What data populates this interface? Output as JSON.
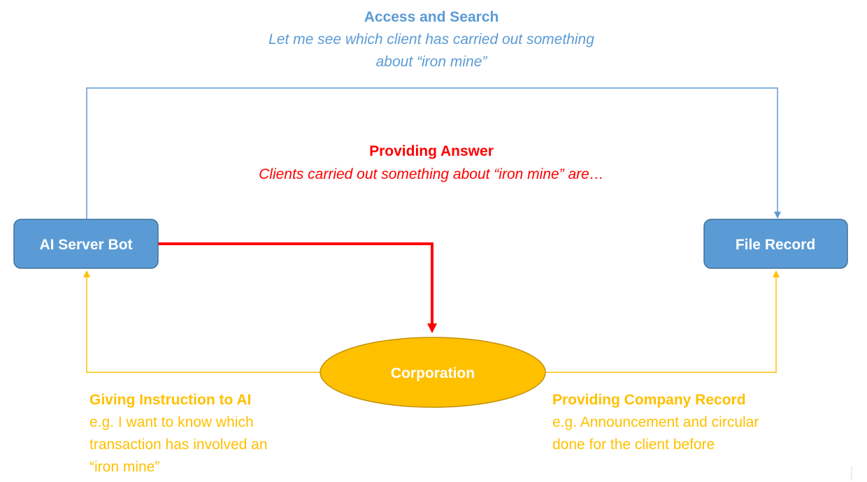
{
  "colors": {
    "blue": "#5b9bd5",
    "blue_box": "#5b9bd5",
    "blue_box_border": "#41719c",
    "red": "#ff0000",
    "orange": "#ffc000",
    "orange_border": "#c39100",
    "white": "#ffffff"
  },
  "nodes": {
    "ai_server_bot": "AI Server Bot",
    "file_record": "File Record",
    "corporation": "Corporation"
  },
  "edges": {
    "access_search": {
      "title": "Access and Search",
      "line1": "Let me see which client has carried out something",
      "line2": "about “iron mine”"
    },
    "providing_answer": {
      "title": "Providing Answer",
      "line1": "Clients carried out something about “iron mine” are…"
    },
    "giving_instruction": {
      "title": "Giving Instruction to AI",
      "line1": "e.g. I want to know which",
      "line2": "transaction has involved an",
      "line3": "“iron mine”"
    },
    "providing_company_record": {
      "title": "Providing Company Record",
      "line1": "e.g. Announcement and circular",
      "line2": "done for the client before"
    }
  }
}
